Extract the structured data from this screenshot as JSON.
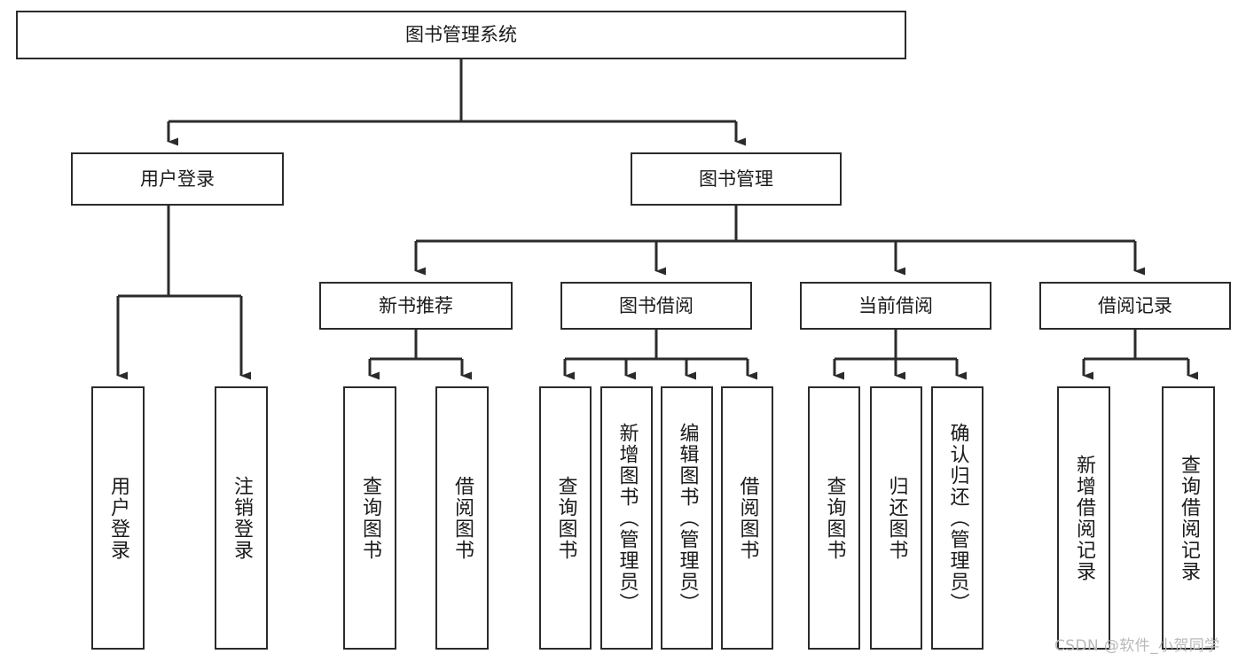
{
  "diagram": {
    "type": "tree-hierarchy-chart",
    "title": "图书管理系统",
    "levels": 4,
    "nodes": {
      "root": {
        "label": "图书管理系统"
      },
      "level2": [
        {
          "id": "user-login",
          "label": "用户登录"
        },
        {
          "id": "book-management",
          "label": "图书管理"
        }
      ],
      "level3": [
        {
          "id": "new-book-recommend",
          "label": "新书推荐"
        },
        {
          "id": "book-borrow",
          "label": "图书借阅"
        },
        {
          "id": "current-borrow",
          "label": "当前借阅"
        },
        {
          "id": "borrow-record",
          "label": "借阅记录"
        }
      ],
      "leaves": {
        "user_login": [
          {
            "id": "leaf-user-login",
            "label": "用户登录"
          },
          {
            "id": "leaf-logout-login",
            "label": "注销登录"
          }
        ],
        "new_book_recommend": [
          {
            "id": "leaf-query-book-1",
            "label": "查询图书"
          },
          {
            "id": "leaf-borrow-book-1",
            "label": "借阅图书"
          }
        ],
        "book_borrow": [
          {
            "id": "leaf-query-book-2",
            "label": "查询图书"
          },
          {
            "id": "leaf-add-book-admin",
            "label": "新增图书（管理员）"
          },
          {
            "id": "leaf-edit-book-admin",
            "label": "编辑图书（管理员）"
          },
          {
            "id": "leaf-borrow-book-2",
            "label": "借阅图书"
          }
        ],
        "current_borrow": [
          {
            "id": "leaf-query-book-3",
            "label": "查询图书"
          },
          {
            "id": "leaf-return-book",
            "label": "归还图书"
          },
          {
            "id": "leaf-confirm-return-admin",
            "label": "确认归还（管理员）"
          }
        ],
        "borrow_record": [
          {
            "id": "leaf-add-borrow-record",
            "label": "新增借阅记录"
          },
          {
            "id": "leaf-query-borrow-record",
            "label": "查询借阅记录"
          }
        ]
      }
    },
    "colors": {
      "box_border": "#2b2b2b",
      "box_fill": "#ffffff",
      "connector": "#2b2b2b",
      "text": "#1a1a1a",
      "watermark": "#b9b9b9",
      "background": "#ffffff"
    }
  },
  "watermark": {
    "text": "CSDN @软件_小贺同学"
  }
}
